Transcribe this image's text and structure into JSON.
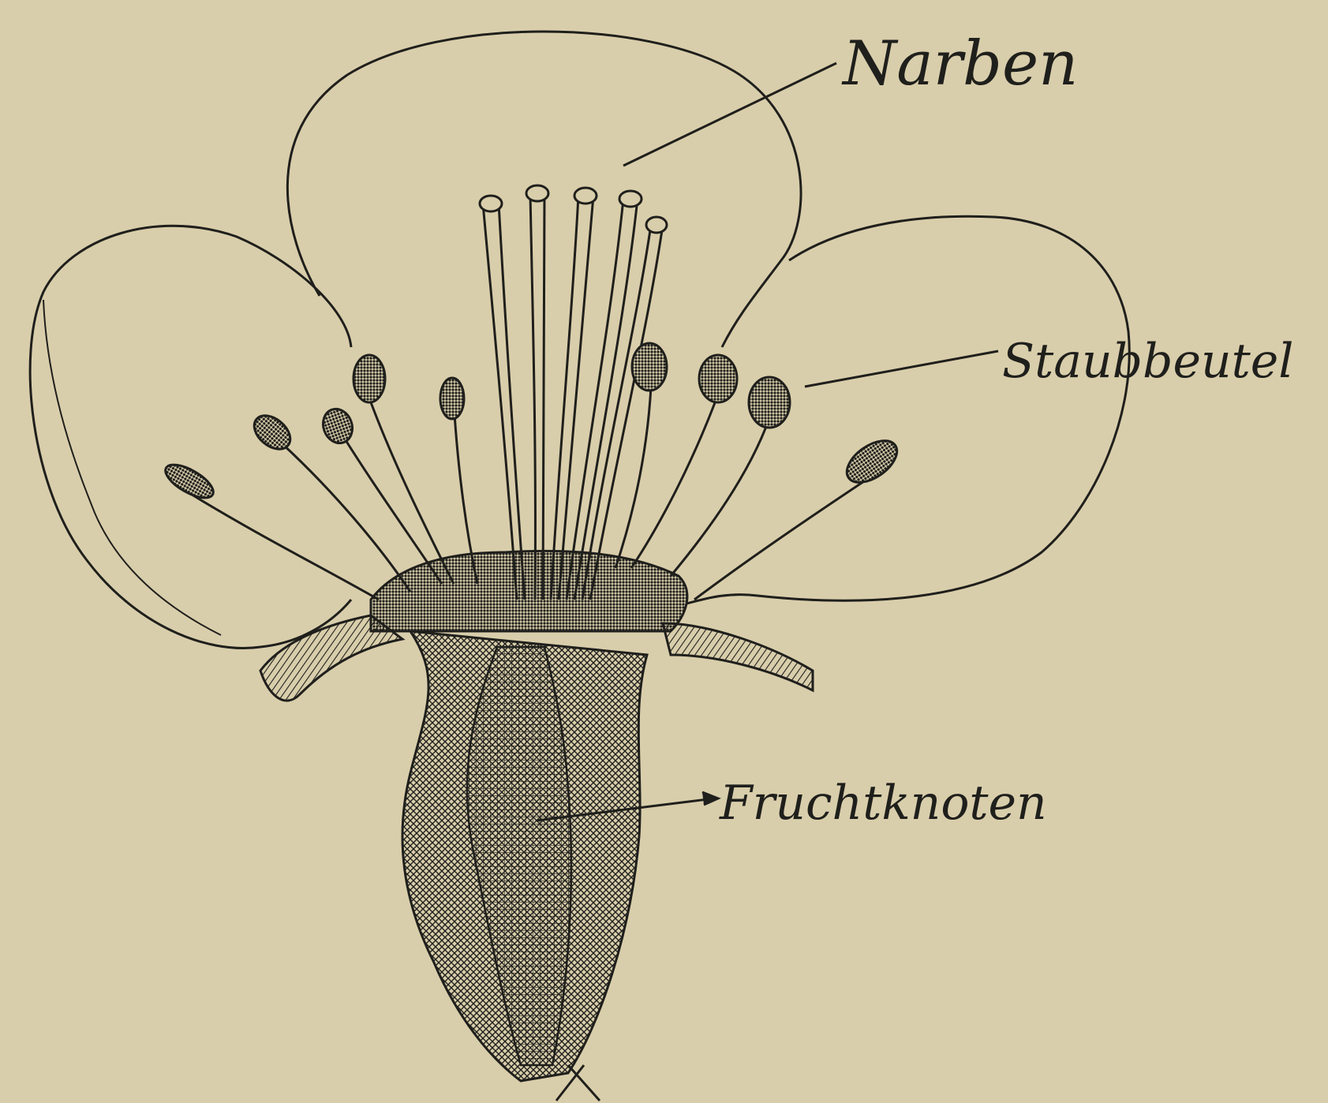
{
  "labels": {
    "stigmas": "Narben",
    "anthers": "Staubbeutel",
    "ovary": "Fruchtknoten"
  },
  "colors": {
    "paper": "#d9ceab",
    "ink": "#1f1f1c"
  }
}
